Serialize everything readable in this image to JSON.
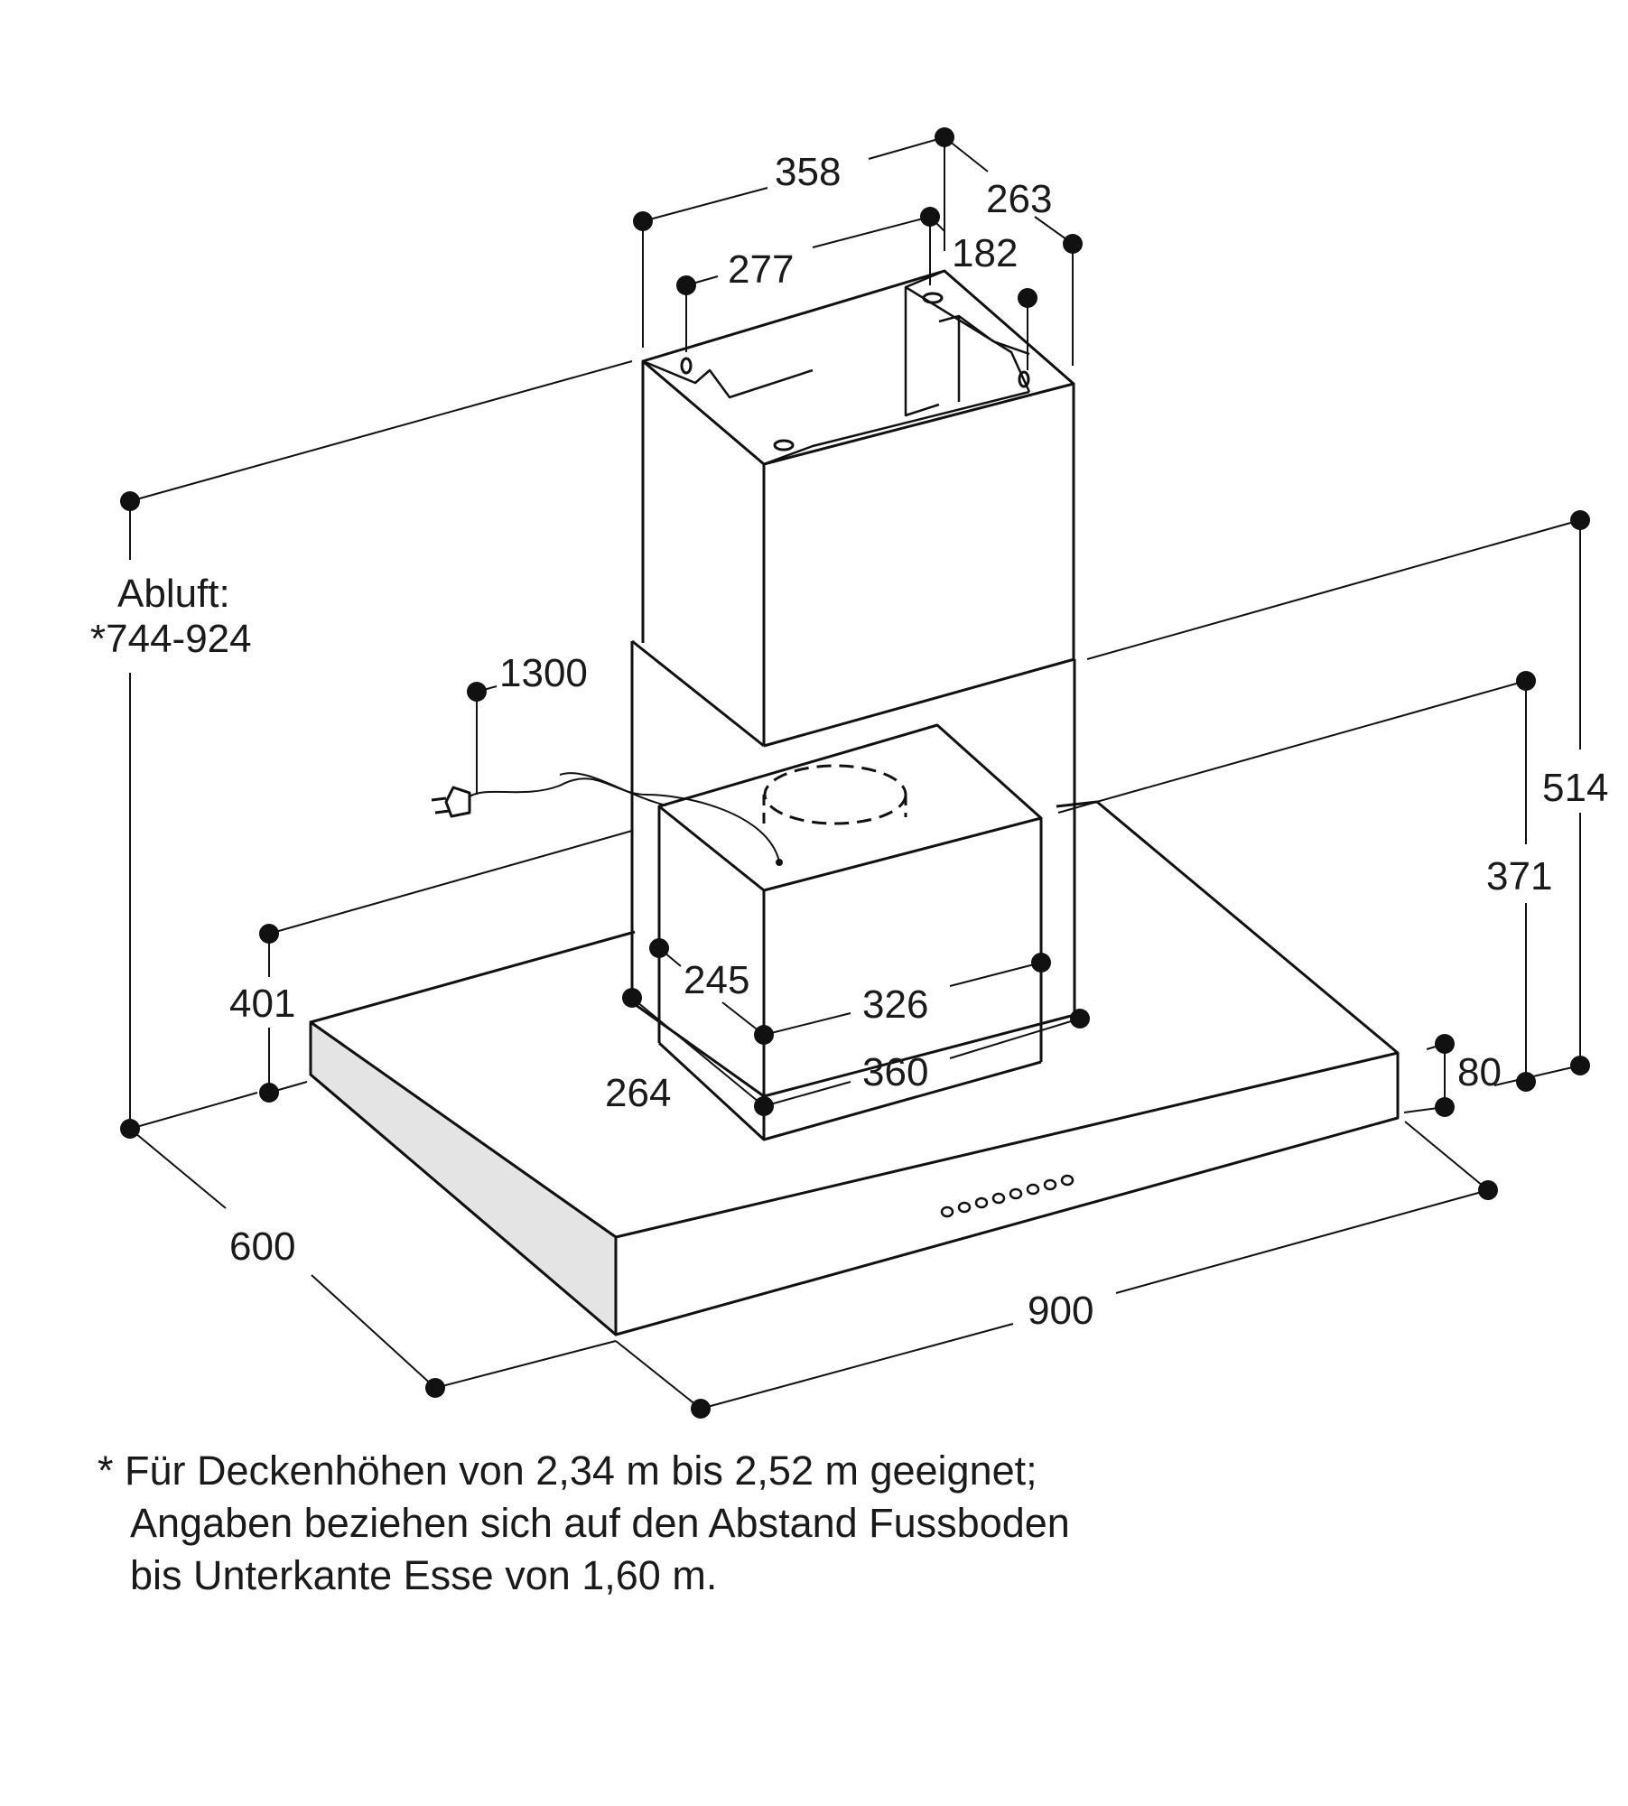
{
  "dimensions": {
    "d358": "358",
    "d263": "263",
    "d277": "277",
    "d182": "182",
    "abluft_label": "Abluft:",
    "abluft_value": "*744-924",
    "d1300": "1300",
    "d514": "514",
    "d371": "371",
    "d401": "401",
    "d245": "245",
    "d326": "326",
    "d264": "264",
    "d360": "360",
    "d80": "80",
    "d600": "600",
    "d900": "900"
  },
  "footnote": {
    "line1": "* Für Deckenhöhen von 2,34 m bis 2,52 m geeignet;",
    "line2": "Angaben beziehen sich auf den Abstand Fussboden",
    "line3": "bis Unterkante Esse von 1,60 m."
  },
  "colors": {
    "ink": "#111111",
    "shade": "#e4e4e4"
  }
}
